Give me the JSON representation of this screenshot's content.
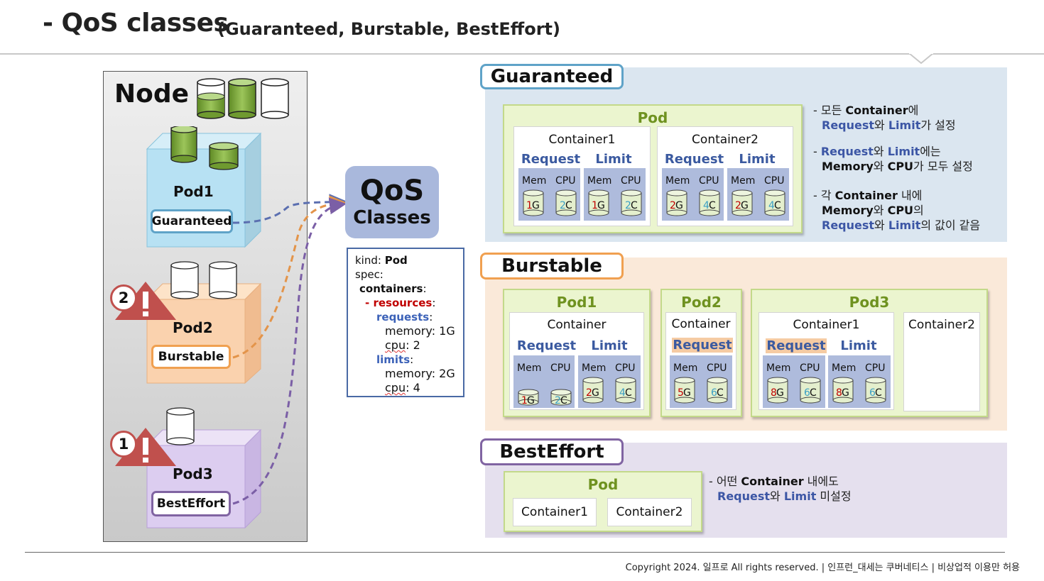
{
  "header": {
    "title": "- QoS classes",
    "subtitle": "(Guaranteed, Burstable, BestEffort)"
  },
  "node": {
    "title": "Node",
    "pods": [
      {
        "name": "Pod1",
        "qos": "Guaranteed",
        "warning": ""
      },
      {
        "name": "Pod2",
        "qos": "Burstable",
        "warning": "2"
      },
      {
        "name": "Pod3",
        "qos": "BestEffort",
        "warning": "1"
      }
    ]
  },
  "qos_bubble": {
    "line1": "QoS",
    "line2": "Classes"
  },
  "yaml": {
    "kind_key": "kind:",
    "kind_val": "Pod",
    "spec": "spec:",
    "containers": "containers",
    "resources": "resources",
    "requests": "requests",
    "req_memory": "memory: 1G",
    "req_cpu_key": "cpu",
    "req_cpu_val": ": 2",
    "limits": "limits",
    "lim_memory": "memory: 2G",
    "lim_cpu_key": "cpu",
    "lim_cpu_val": ": 4"
  },
  "labels": {
    "request": "Request",
    "limit": "Limit",
    "mem": "Mem",
    "cpu": "CPU"
  },
  "guaranteed": {
    "title": "Guaranteed",
    "pod": "Pod",
    "containers": [
      {
        "name": "Container1",
        "req": [
          "1G",
          "2C"
        ],
        "lim": [
          "1G",
          "2C"
        ]
      },
      {
        "name": "Container2",
        "req": [
          "2G",
          "4C"
        ],
        "lim": [
          "2G",
          "4C"
        ]
      }
    ],
    "notes": [
      {
        "l1a": "- 모든 ",
        "l1b": "Container",
        "l1c": "에",
        "l2a": "Request",
        "l2b": "와 ",
        "l2c": "Limit",
        "l2d": "가 설정"
      },
      {
        "l1a": "- ",
        "l1b": "Request",
        "l1c": "와 ",
        "l1d": "Limit",
        "l1e": "에는",
        "l2a": "Memory",
        "l2b": "와 ",
        "l2c": "CPU",
        "l2d": "가 모두 설정"
      },
      {
        "l1a": "- 각 ",
        "l1b": "Container",
        "l1c": " 내에",
        "l2a": "Memory",
        "l2b": "와 ",
        "l2c": "CPU",
        "l2d": "의",
        "l3a": "Request",
        "l3b": "와 ",
        "l3c": "Limit",
        "l3d": "의 값이 같음"
      }
    ]
  },
  "burstable": {
    "title": "Burstable",
    "pod1": {
      "title": "Pod1",
      "container": "Container",
      "req": [
        "1G",
        "2C"
      ],
      "lim": [
        "2G",
        "4C"
      ]
    },
    "pod2": {
      "title": "Pod2",
      "container": "Container",
      "req": [
        "5G",
        "6C"
      ]
    },
    "pod3": {
      "title": "Pod3",
      "container1": "Container1",
      "container2": "Container2",
      "req": [
        "8G",
        "6C"
      ],
      "lim": [
        "8G",
        "6C"
      ]
    }
  },
  "besteffort": {
    "title": "BestEffort",
    "pod": "Pod",
    "container1": "Container1",
    "container2": "Container2",
    "note": {
      "l1a": "- 어떤 ",
      "l1b": "Container",
      "l1c": " 내에도",
      "l2a": "Request",
      "l2b": "와 ",
      "l2c": "Limit",
      "l2d": " 미설정"
    }
  },
  "footer": "Copyright 2024. 일프로 All rights reserved. | 인프런_대세는 쿠버네티스 | 비상업적 이용만 허용",
  "colors": {
    "guaranteed_border": "#5fa3c8",
    "burstable_border": "#f0a050",
    "besteffort_border": "#8064a2",
    "pod_green": "#6f9220",
    "cylinder_green": "#77a33c",
    "warning_red": "#c0504d",
    "request_limit_blue": "#3c56a5"
  },
  "icons": [
    "warning-triangle-icon",
    "cylinder-icon",
    "dashed-arrow-icon"
  ]
}
